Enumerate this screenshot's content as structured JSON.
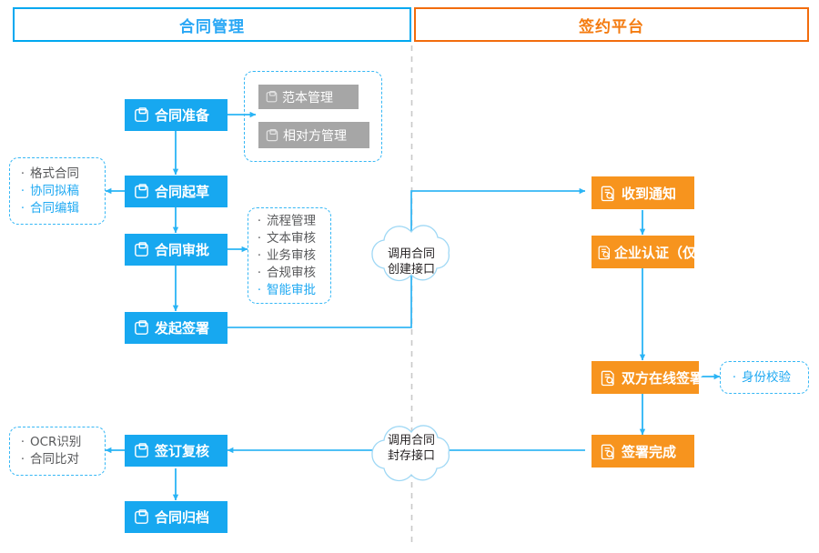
{
  "diagram": {
    "title_left": "合同管理",
    "title_right": "签约平台",
    "accent_blue": "#17a8f0",
    "accent_orange": "#f7941e",
    "divider_color": "#c9c9c9",
    "connector_color": "#35b7f5",
    "gray_box_color": "#a6a6a6"
  },
  "lanes": {
    "left": {
      "label": "合同管理",
      "color": "#29a7f5",
      "border": "#00a8f0"
    },
    "right": {
      "label": "签约平台",
      "color": "#f47b10",
      "border": "#f26c0d"
    }
  },
  "left_flow": {
    "nodes": [
      {
        "label": "合同准备",
        "icon": "contract-doc-icon"
      },
      {
        "label": "合同起草",
        "icon": "contract-doc-icon"
      },
      {
        "label": "合同审批",
        "icon": "contract-doc-icon"
      },
      {
        "label": "发起签署",
        "icon": "contract-doc-icon"
      },
      {
        "label": "签订复核",
        "icon": "contract-doc-icon"
      },
      {
        "label": "合同归档",
        "icon": "contract-doc-icon"
      }
    ]
  },
  "right_flow": {
    "nodes": [
      {
        "label": "收到通知",
        "icon": "doc-search-icon"
      },
      {
        "label": "企业认证（仅初次）",
        "icon": "doc-search-icon"
      },
      {
        "label": "双方在线签署",
        "icon": "doc-search-icon"
      },
      {
        "label": "签署完成",
        "icon": "doc-search-icon"
      }
    ]
  },
  "prepare_panel": {
    "items": [
      {
        "label": "范本管理",
        "icon": "contract-doc-icon"
      },
      {
        "label": "相对方管理",
        "icon": "contract-doc-icon"
      }
    ]
  },
  "draft_panel": {
    "items": [
      {
        "label": "格式合同",
        "tone": "gray"
      },
      {
        "label": "协同拟稿",
        "tone": "blue"
      },
      {
        "label": "合同编辑",
        "tone": "blue"
      }
    ]
  },
  "approval_panel": {
    "items": [
      {
        "label": "流程管理",
        "tone": "gray"
      },
      {
        "label": "文本审核",
        "tone": "gray"
      },
      {
        "label": "业务审核",
        "tone": "gray"
      },
      {
        "label": "合规审核",
        "tone": "gray"
      },
      {
        "label": "智能审批",
        "tone": "blue"
      }
    ]
  },
  "review_panel": {
    "items": [
      {
        "label": "OCR识别",
        "tone": "gray"
      },
      {
        "label": "合同比对",
        "tone": "gray"
      }
    ]
  },
  "identity_panel": {
    "items": [
      {
        "label": "身份校验",
        "tone": "blue"
      }
    ]
  },
  "clouds": [
    {
      "line1": "调用合同",
      "line2": "创建接口"
    },
    {
      "line1": "调用合同",
      "line2": "封存接口"
    }
  ],
  "bullet_glyph": "·"
}
